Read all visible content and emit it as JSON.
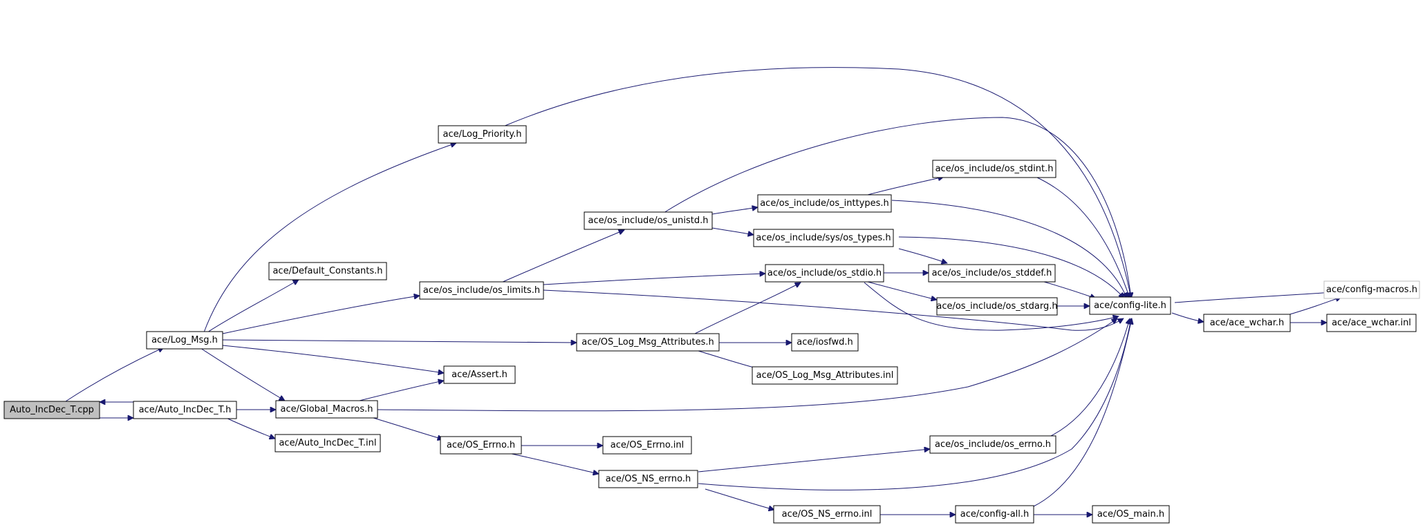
{
  "colors": {
    "edge": "#191970",
    "root_fill": "#bfbfbf",
    "node_border": "#000000",
    "external_border": "#bfbfbf"
  },
  "nodes": {
    "root": "Auto_IncDec_T.cpp",
    "auto_incdec_h": "ace/Auto_IncDec_T.h",
    "log_msg": "ace/Log_Msg.h",
    "log_priority": "ace/Log_Priority.h",
    "default_constants": "ace/Default_Constants.h",
    "os_limits": "ace/os_include/os_limits.h",
    "os_unistd": "ace/os_include/os_unistd.h",
    "os_stdint": "ace/os_include/os_stdint.h",
    "os_inttypes": "ace/os_include/os_inttypes.h",
    "sys_os_types": "ace/os_include/sys/os_types.h",
    "os_stdio": "ace/os_include/os_stdio.h",
    "os_stddef": "ace/os_include/os_stddef.h",
    "os_stdarg": "ace/os_include/os_stdarg.h",
    "config_lite": "ace/config-lite.h",
    "config_macros": "ace/config-macros.h",
    "ace_wchar": "ace/ace_wchar.h",
    "ace_wchar_inl": "ace/ace_wchar.inl",
    "os_log_msg_attr": "ace/OS_Log_Msg_Attributes.h",
    "iosfwd": "ace/iosfwd.h",
    "os_log_msg_attr_inl": "ace/OS_Log_Msg_Attributes.inl",
    "assert_h": "ace/Assert.h",
    "global_macros": "ace/Global_Macros.h",
    "auto_incdec_inl": "ace/Auto_IncDec_T.inl",
    "os_errno": "ace/OS_Errno.h",
    "os_errno_inl": "ace/OS_Errno.inl",
    "os_include_errno": "ace/os_include/os_errno.h",
    "os_ns_errno": "ace/OS_NS_errno.h",
    "os_ns_errno_inl": "ace/OS_NS_errno.inl",
    "config_all": "ace/config-all.h",
    "os_main": "ace/OS_main.h"
  }
}
